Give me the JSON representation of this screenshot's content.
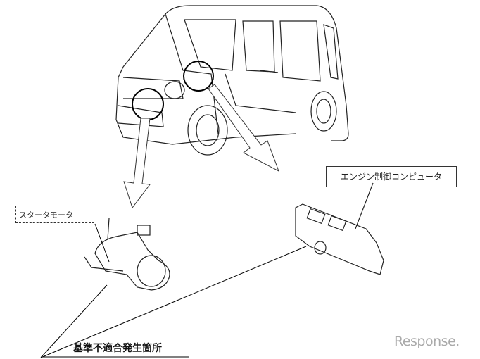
{
  "labels": {
    "starter_motor": "スタータモータ",
    "engine_computer": "エンジン制御コンピュータ",
    "defect_location": "基準不適合発生箇所"
  },
  "watermark": "Response."
}
